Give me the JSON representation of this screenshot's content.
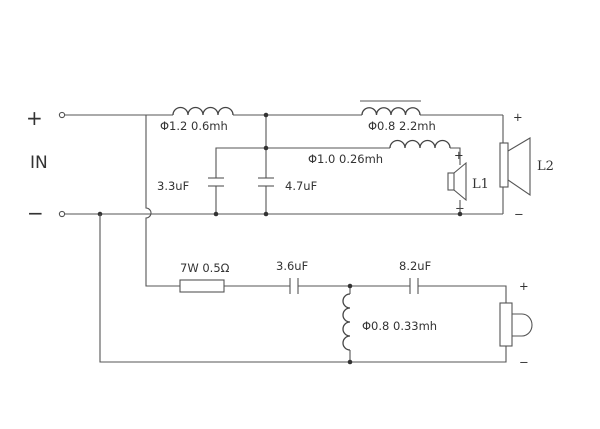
{
  "input": {
    "label": "IN",
    "plus": "+",
    "minus": "−"
  },
  "components": {
    "l_series_top": "Φ1.2  0.6mh",
    "l_woofer": "Φ0.8  2.2mh",
    "l_tweeter": "Φ1.0  0.26mh",
    "c1": "3.3uF",
    "c2": "4.7uF",
    "resistor": "7W  0.5Ω",
    "c3": "3.6uF",
    "c4": "8.2uF",
    "l_horn": "Φ0.8  0.33mh"
  },
  "speakers": {
    "l1": {
      "name": "L1",
      "plus": "+",
      "minus": "−"
    },
    "l2": {
      "name": "L2",
      "plus": "+",
      "minus": "−"
    },
    "horn": {
      "plus": "+",
      "minus": "−"
    }
  }
}
